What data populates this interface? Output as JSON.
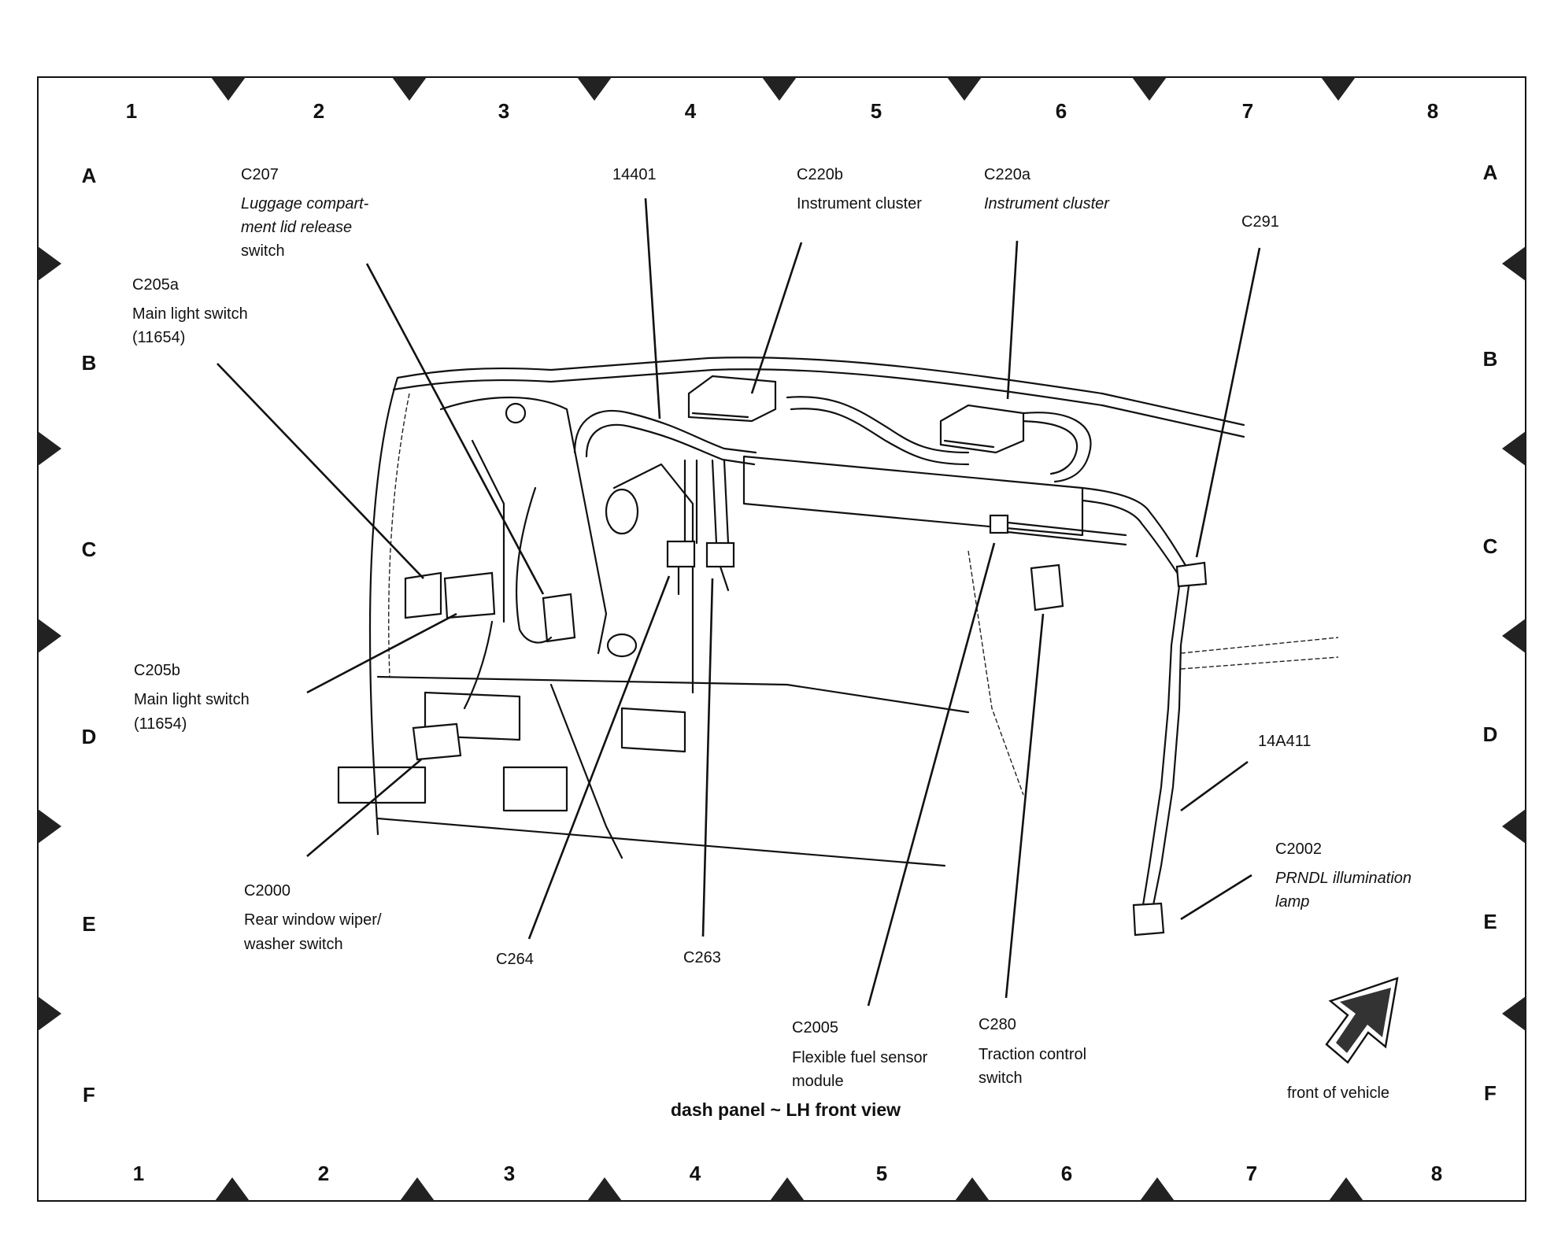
{
  "diagram": {
    "caption": "dash panel ~ LH front view",
    "orientation_label": "front of vehicle",
    "grid": {
      "columns": [
        "1",
        "2",
        "3",
        "4",
        "5",
        "6",
        "7",
        "8"
      ],
      "rows": [
        "A",
        "B",
        "C",
        "D",
        "E",
        "F"
      ]
    },
    "callouts": [
      {
        "id": "C207",
        "lines": [
          "Luggage compart-",
          "ment lid release",
          "switch"
        ]
      },
      {
        "id": "C205a",
        "lines": [
          "Main light switch",
          "(11654)"
        ]
      },
      {
        "id": "14401",
        "lines": []
      },
      {
        "id": "C220b",
        "lines": [
          "Instrument cluster"
        ]
      },
      {
        "id": "C220a",
        "lines": [
          "Instrument cluster"
        ]
      },
      {
        "id": "C291",
        "lines": []
      },
      {
        "id": "C205b",
        "lines": [
          "Main light switch",
          "(11654)"
        ]
      },
      {
        "id": "14A411",
        "lines": []
      },
      {
        "id": "C2002",
        "lines": [
          "PRNDL illumination",
          "lamp"
        ]
      },
      {
        "id": "C2000",
        "lines": [
          "Rear window wiper/",
          "washer switch"
        ]
      },
      {
        "id": "C264",
        "lines": []
      },
      {
        "id": "C263",
        "lines": []
      },
      {
        "id": "C2005",
        "lines": [
          "Flexible fuel sensor",
          "module"
        ]
      },
      {
        "id": "C280",
        "lines": [
          "Traction control",
          "switch"
        ]
      }
    ]
  }
}
